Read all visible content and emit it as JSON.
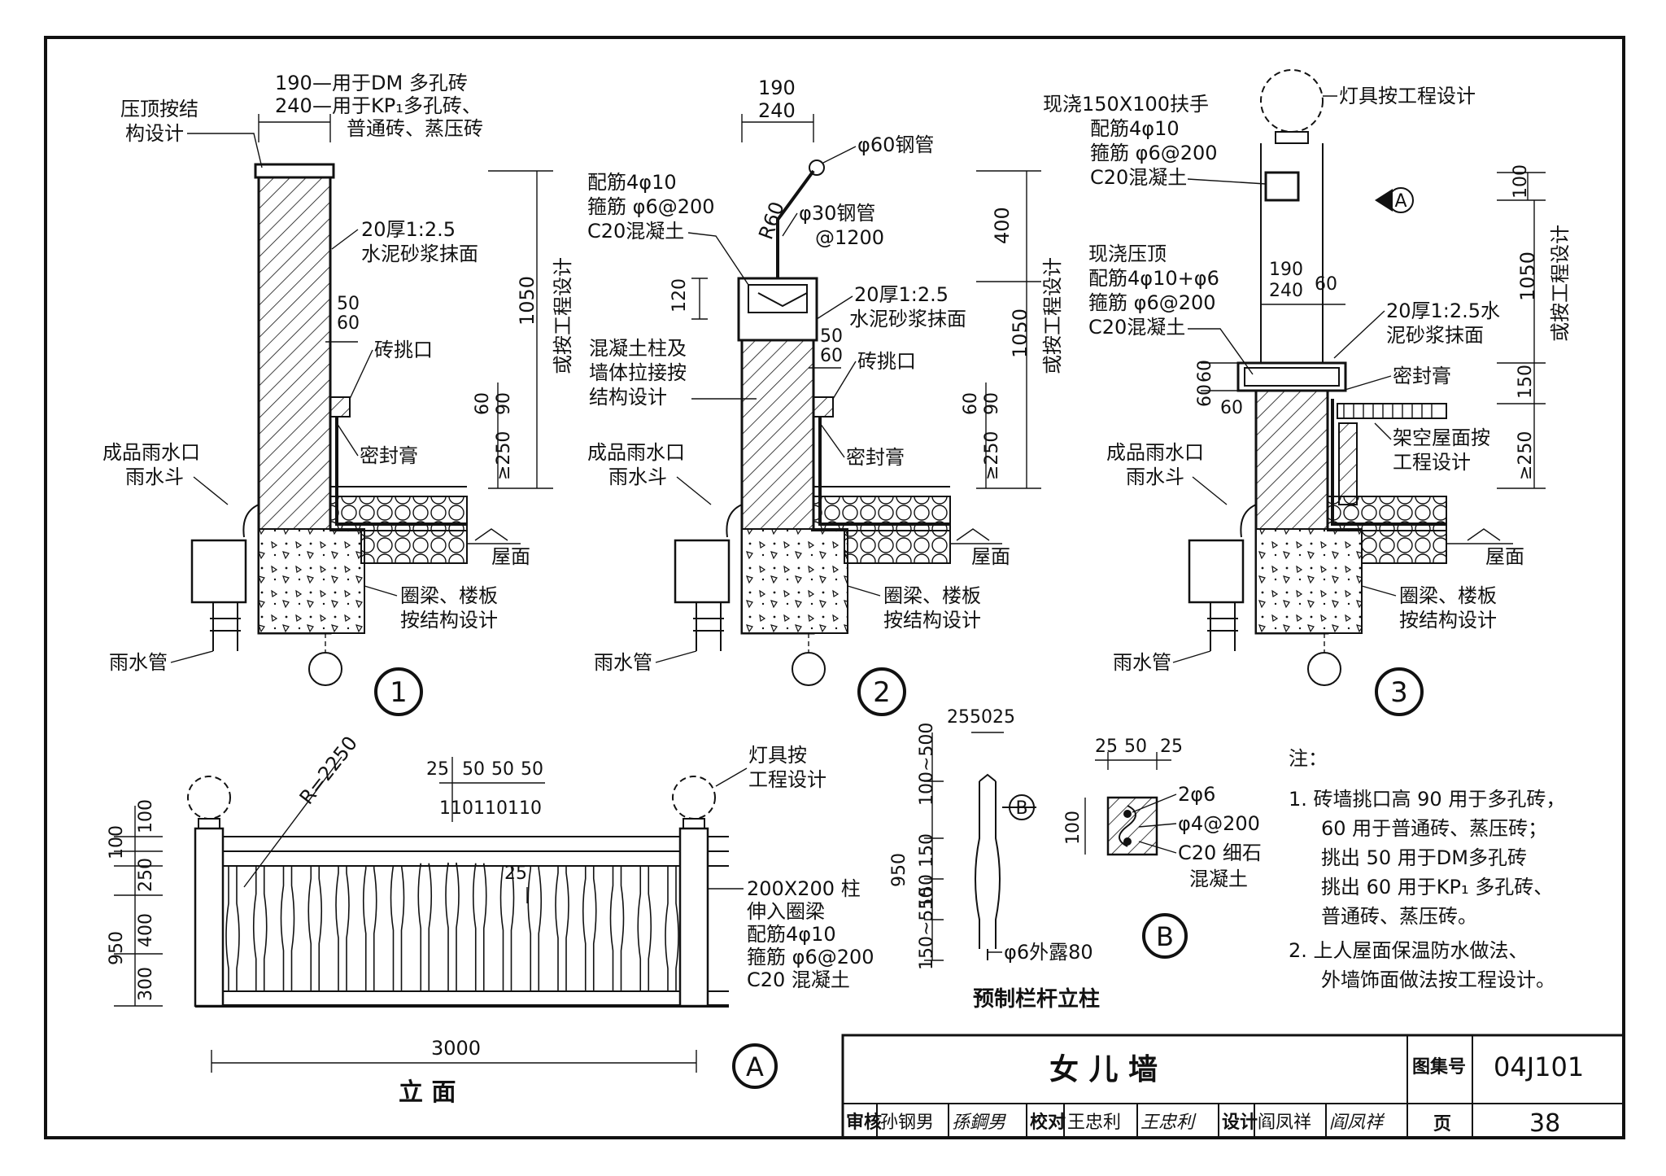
{
  "detail1": {
    "dim_190": "190",
    "dim_240": "240",
    "note_dm": "—用于DM 多孔砖",
    "note_kp": "—用于KP₁多孔砖、",
    "note_kp2": "普通砖、蒸压砖",
    "coping": "压顶按结",
    "coping2": "构设计",
    "plaster": "20厚1:2.5",
    "plaster2": "水泥砂浆抹面",
    "d50": "50",
    "d60": "60",
    "brick_eave": "砖挑口",
    "sealant": "密封膏",
    "outlet": "成品雨水口",
    "outlet2": "雨水斗",
    "downpipe": "雨水管",
    "roof": "屋面",
    "beam": "圈梁、楼板",
    "beam2": "按结构设计",
    "h1050": "1050",
    "or_design": "或按工程设计",
    "h60": "60",
    "h90": "90",
    "h250": "≥250",
    "num": "1"
  },
  "detail2": {
    "dim_190": "190",
    "dim_240": "240",
    "pipe60": "φ60钢管",
    "rebar": "配筋4φ10",
    "stirrup": "箍筋 φ6@200",
    "concrete": "C20混凝土",
    "r60": "R60",
    "pipe30": "φ30钢管",
    "pipe30b": "@1200",
    "h120": "120",
    "h400": "400",
    "plaster": "20厚1:2.5",
    "plaster2": "水泥砂浆抹面",
    "d50": "50",
    "d60": "60",
    "col": "混凝土柱及",
    "col2": "墙体拉接按",
    "col3": "结构设计",
    "brick_eave": "砖挑口",
    "sealant": "密封膏",
    "outlet": "成品雨水口",
    "outlet2": "雨水斗",
    "downpipe": "雨水管",
    "roof": "屋面",
    "beam": "圈梁、楼板",
    "beam2": "按结构设计",
    "h1050": "1050",
    "or_design": "或按工程设计",
    "h60": "60",
    "h90": "90",
    "h250": "≥250",
    "num": "2"
  },
  "detail3": {
    "lamp": "灯具按工程设计",
    "handrail": "现浇150X100扶手",
    "rebar": "配筋4φ10",
    "stirrup": "箍筋 φ6@200",
    "concrete": "C20混凝土",
    "marker": "A",
    "h100": "100",
    "coping": "现浇压顶",
    "coping_rebar": "配筋4φ10+φ6",
    "coping_stirrup": "箍筋 φ6@200",
    "coping_concrete": "C20混凝土",
    "d190": "190",
    "d240": "240",
    "d60": "60",
    "plaster": "20厚1:2.5水",
    "plaster2": "泥砂浆抹面",
    "v60a": "60",
    "v60b": "60",
    "v60c": "60",
    "sealant": "密封膏",
    "raised": "架空屋面按",
    "raised2": "工程设计",
    "outlet": "成品雨水口",
    "outlet2": "雨水斗",
    "downpipe": "雨水管",
    "roof": "屋面",
    "beam": "圈梁、楼板",
    "beam2": "按结构设计",
    "h1050": "1050",
    "or_design": "或按工程设计",
    "h150": "150",
    "h250": "≥250",
    "num": "3"
  },
  "elevation": {
    "r2250": "R=2250",
    "dims_top": [
      "25",
      "50",
      "50",
      "50"
    ],
    "dims_bottom": "110110110",
    "d25": "25",
    "lamp": "灯具按",
    "lamp2": "工程设计",
    "v100a": "100",
    "v100b": "100",
    "v250": "250",
    "v400": "400",
    "v300": "300",
    "v950": "950",
    "post": "200X200 柱",
    "post2": "伸入圈梁",
    "post3": "配筋4φ10",
    "post4": "箍筋 φ6@200",
    "post5": "C20 混凝土",
    "width": "3000",
    "title": "立     面",
    "marker": "A"
  },
  "baluster": {
    "top_dims": "255025",
    "v500": "100~500",
    "v150a": "150",
    "v150b": "150",
    "v550": "150~550",
    "v950": "950",
    "exposed": "φ6外露80",
    "marker_b": "B",
    "title": "预制栏杆立柱",
    "sec_dims": [
      "25",
      "50",
      "25"
    ],
    "h100": "100",
    "r1": "2φ6",
    "r2": "φ4@200",
    "r3": "C20 细石",
    "r4": "混凝土",
    "b_label": "B"
  },
  "notes": {
    "head": "注：",
    "lines": [
      "1. 砖墙挑口高 90 用于多孔砖，",
      "60 用于普通砖、蒸压砖；",
      "挑出 50 用于DM多孔砖",
      "挑出 60 用于KP₁ 多孔砖、",
      "普通砖、蒸压砖。",
      "2. 上人屋面保温防水做法、",
      "外墙饰面做法按工程设计。"
    ]
  },
  "titleblock": {
    "title": "女   儿   墙",
    "atlas_label": "图集号",
    "atlas": "04J101",
    "review": "审核",
    "reviewer": "孙钢男",
    "reviewer_sig": "孫鋼男",
    "check": "校对",
    "checker": "王忠利",
    "checker_sig": "王忠利",
    "design": "设计",
    "designer": "阎凤祥",
    "designer_sig": "阎凤祥",
    "page_label": "页",
    "page": "38"
  }
}
